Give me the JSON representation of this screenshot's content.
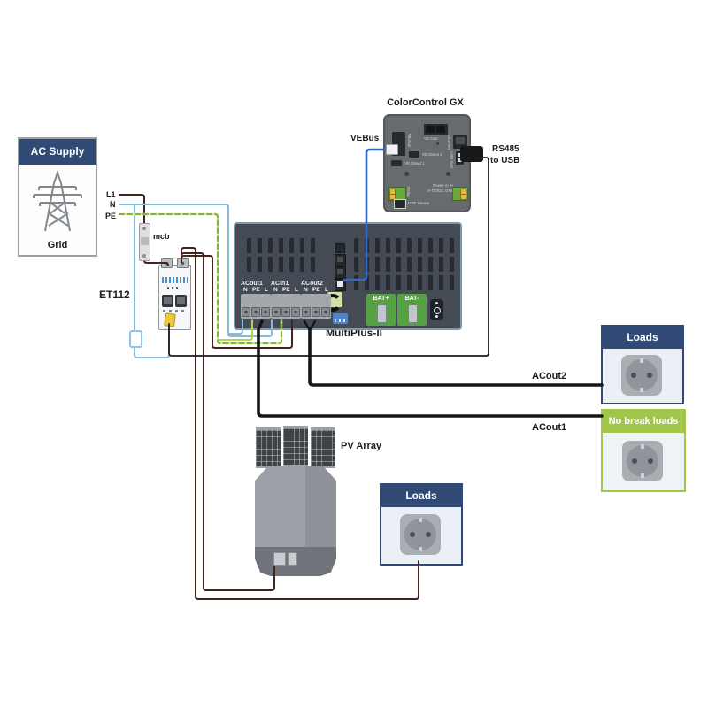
{
  "diagram": {
    "grid_box": {
      "header": "AC Supply",
      "caption": "Grid"
    },
    "feed_labels": {
      "l1": "L1",
      "n": "N",
      "pe": "PE"
    },
    "breaker_label": "mcb",
    "meter_label": "ET112",
    "inverter": {
      "label": "MultiPlus-II",
      "terminal_groups": [
        {
          "name": "ACout1",
          "pins": [
            "N",
            "PE",
            "L"
          ]
        },
        {
          "name": "ACin1",
          "pins": [
            "N",
            "PE",
            "L"
          ]
        },
        {
          "name": "ACout2",
          "pins": [
            "N",
            "PE",
            "L"
          ]
        }
      ],
      "battery_terminals": {
        "positive": "BAT+",
        "negative": "BAT-"
      }
    },
    "gx": {
      "label": "ColorControl GX",
      "ports": {
        "ve_can": "VE.Can",
        "ve_bus": "VE.Bus",
        "ve_direct_2": "VE.Direct 2",
        "ve_direct_1": "VE.Direct 1",
        "ethernet": "Ethernet",
        "usb_host": "USB host",
        "relay": "Relay",
        "usb_device": "USB Device",
        "power_in_line1": "Power in 9+",
        "power_in_line2": "8-70VDC GND"
      }
    },
    "vebus_label": "VEBus",
    "rs485_label_line1": "RS485",
    "rs485_label_line2": "to USB",
    "pv_label": "PV Array",
    "outputs": {
      "acout1": "ACout1",
      "acout2": "ACout2"
    },
    "load_boxes": {
      "acout2_header": "Loads",
      "no_break_header": "No break loads",
      "pv_header": "Loads"
    }
  },
  "colors": {
    "header_navy": "#304a75",
    "header_green": "#a2c64b",
    "multiplus_body": "#454b54",
    "battery_terminal_green": "#55a243",
    "wire_line": "#45231d",
    "wire_neutral": "#85bbe0",
    "wire_pe_dash": "#7ab648",
    "wire_pe_base": "#e6e98c",
    "wire_vebus": "#3069c8",
    "wire_ac_cable": "#161616",
    "load_body": "#eaf0f6"
  }
}
